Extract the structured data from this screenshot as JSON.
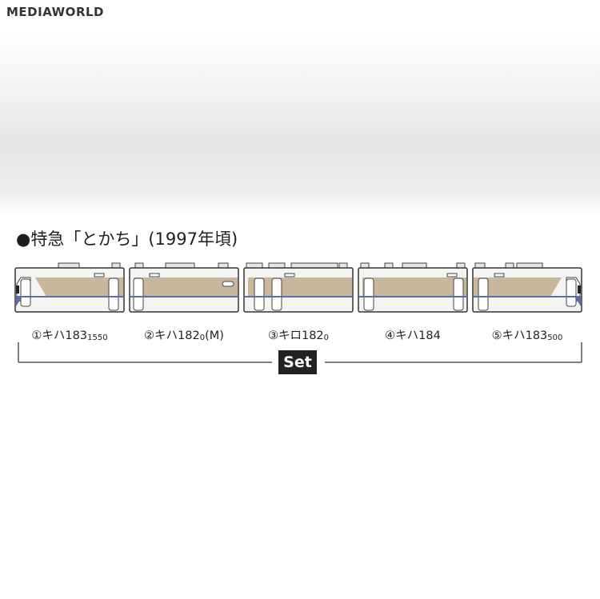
{
  "logo": {
    "text": "MEDIAWORLD"
  },
  "title": {
    "text": "●特急「とかち」(1997年頃)"
  },
  "cars": [
    {
      "label": "①キハ183",
      "sub": "1550",
      "suffix": ""
    },
    {
      "label": "②キハ182",
      "sub": "0",
      "suffix": "(M)"
    },
    {
      "label": "③キロ182",
      "sub": "0",
      "suffix": ""
    },
    {
      "label": "④キハ184",
      "sub": "",
      "suffix": ""
    },
    {
      "label": "⑤キハ183",
      "sub": "500",
      "suffix": ""
    }
  ],
  "set_label": {
    "text": "Set"
  },
  "colors": {
    "body": "#f4f4f2",
    "window_band": "#c8b79a",
    "stripe": "#5b6ea8",
    "outline": "#333333"
  }
}
